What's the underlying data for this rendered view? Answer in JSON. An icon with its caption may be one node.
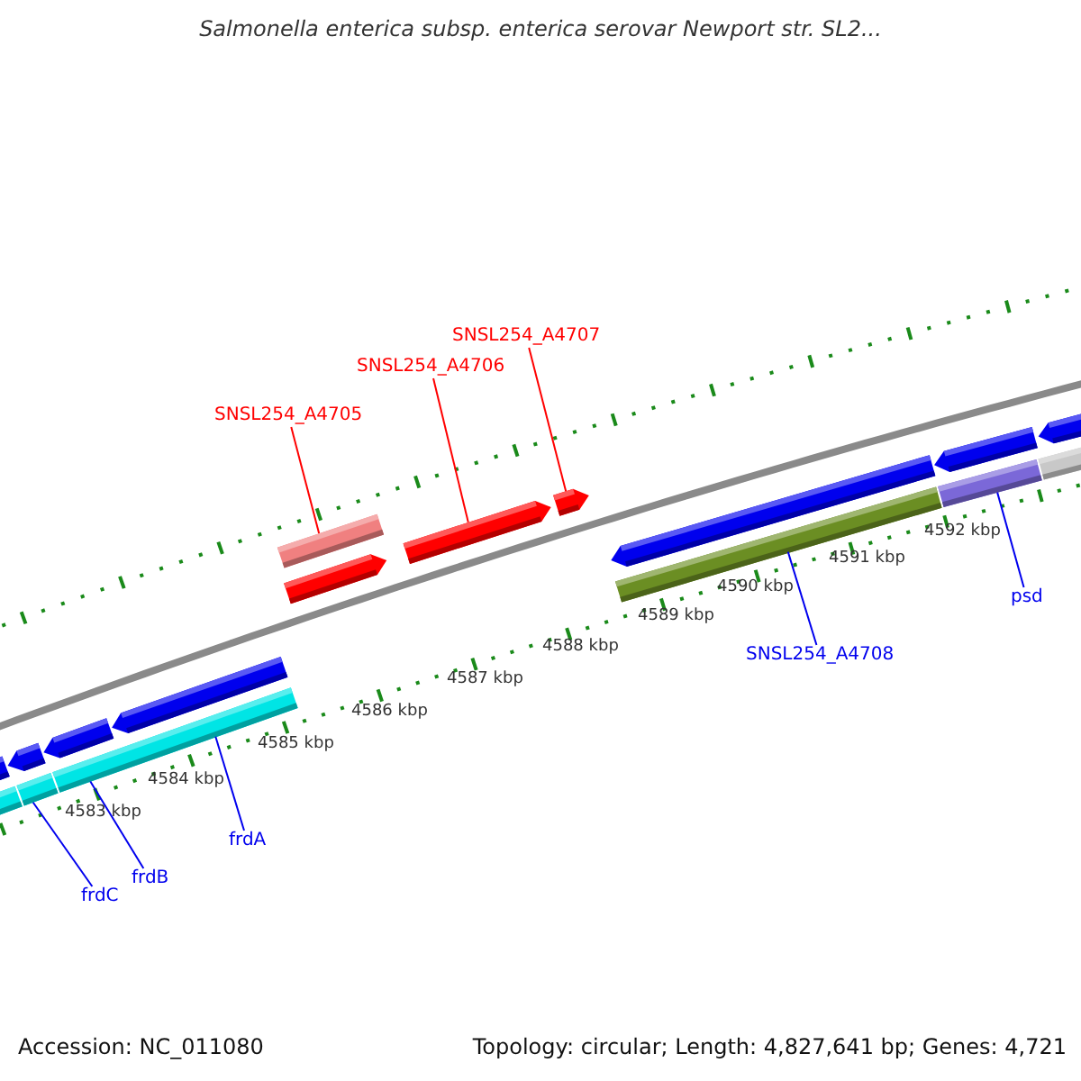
{
  "diagram": {
    "title": "Salmonella enterica subsp. enterica serovar Newport str. SL2...",
    "nodes": [
      {
        "text": [
          "SNSL254_A4705"
        ]
      },
      {
        "text": [
          "SNSL254_A4706"
        ]
      },
      {
        "text": [
          "SNSL254_A4707"
        ]
      },
      {
        "text": [
          "SNSL254_A4708"
        ]
      },
      {
        "text": [
          "psd"
        ]
      },
      {
        "text": [
          "frdA"
        ]
      },
      {
        "text": [
          "frdB"
        ]
      },
      {
        "text": [
          "frdC"
        ]
      },
      {
        "text": [],
        "shape": "bar"
      },
      {
        "text": [],
        "shape": "bar"
      },
      {
        "text": [],
        "shape": "bar"
      },
      {
        "text": [],
        "shape": "bar"
      },
      {
        "text": [],
        "shape": "bar"
      },
      {
        "text": [],
        "shape": "bar"
      },
      {
        "text": [],
        "shape": "bar"
      }
    ],
    "edges": [
      {
        "from": 0,
        "to": 10,
        "arrow": "none",
        "color": "#ff0000"
      },
      {
        "from": 1,
        "to": 11,
        "arrow": "none",
        "color": "#ff0000"
      },
      {
        "from": 2,
        "to": 12,
        "arrow": "none",
        "color": "#ff0000"
      },
      {
        "from": 3,
        "to": 13,
        "arrow": "none"
      },
      {
        "from": 4,
        "to": 14,
        "arrow": "none"
      },
      {
        "from": 5,
        "to": 9,
        "arrow": "none"
      },
      {
        "from": 6,
        "to": 9,
        "arrow": "none"
      },
      {
        "from": 7,
        "to": 8,
        "arrow": "none"
      }
    ],
    "labels": [
      "4583 kbp",
      "4584 kbp",
      "4585 kbp",
      "4586 kbp",
      "4587 kbp",
      "4588 kbp",
      "4589 kbp",
      "4590 kbp",
      "4591 kbp",
      "4592 kbp",
      "Accession: NC_011080",
      "Topology: circular; Length: 4,827,641 bp; Genes: 4,721"
    ]
  }
}
